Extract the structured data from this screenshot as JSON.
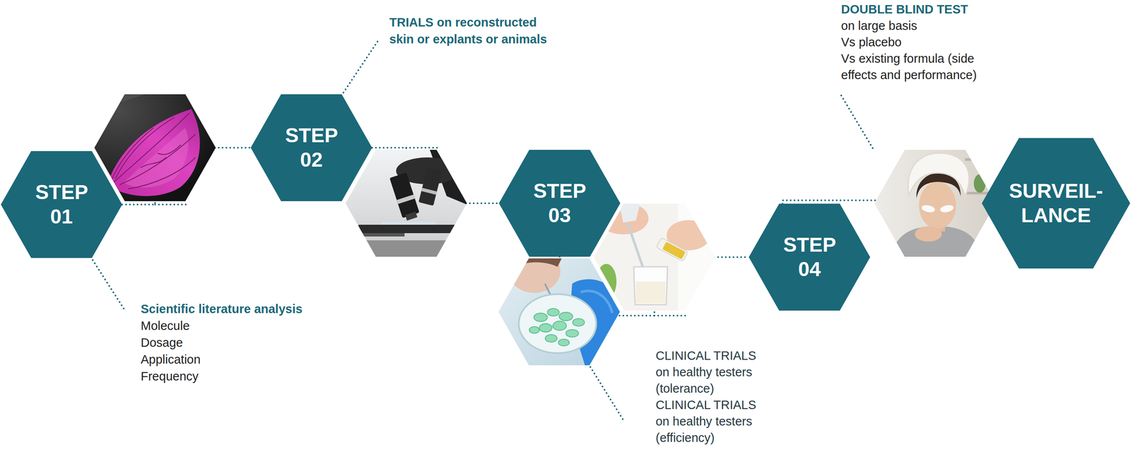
{
  "diagram": {
    "nodes": [
      {
        "text": [
          "STEP 01"
        ]
      },
      {
        "text": [
          "STEP 02"
        ]
      },
      {
        "text": [
          "STEP 03"
        ]
      },
      {
        "text": [
          "STEP 04"
        ]
      },
      {
        "text": [
          "SURVEIL- LANCE"
        ]
      }
    ],
    "edges": [
      {
        "from": 0,
        "to": 1,
        "arrow": "none"
      },
      {
        "from": 1,
        "to": 2,
        "arrow": "none"
      },
      {
        "from": 2,
        "to": 3,
        "arrow": "none"
      },
      {
        "from": 3,
        "to": 4,
        "arrow": "none"
      }
    ],
    "labels": [
      "Scientific literature analysis",
      "Molecule",
      "Dosage",
      "Application",
      "Frequency",
      "TRIALS on reconstructed skin or explants or animals",
      "CLINICAL TRIALS on healthy testers (tolerance)",
      "CLINICAL TRIALS on healthy testers (efficiency)",
      "DOUBLE BLIND TEST",
      "on large basis",
      "Vs placebo",
      "Vs existing formula (side effects and performance)"
    ]
  }
}
